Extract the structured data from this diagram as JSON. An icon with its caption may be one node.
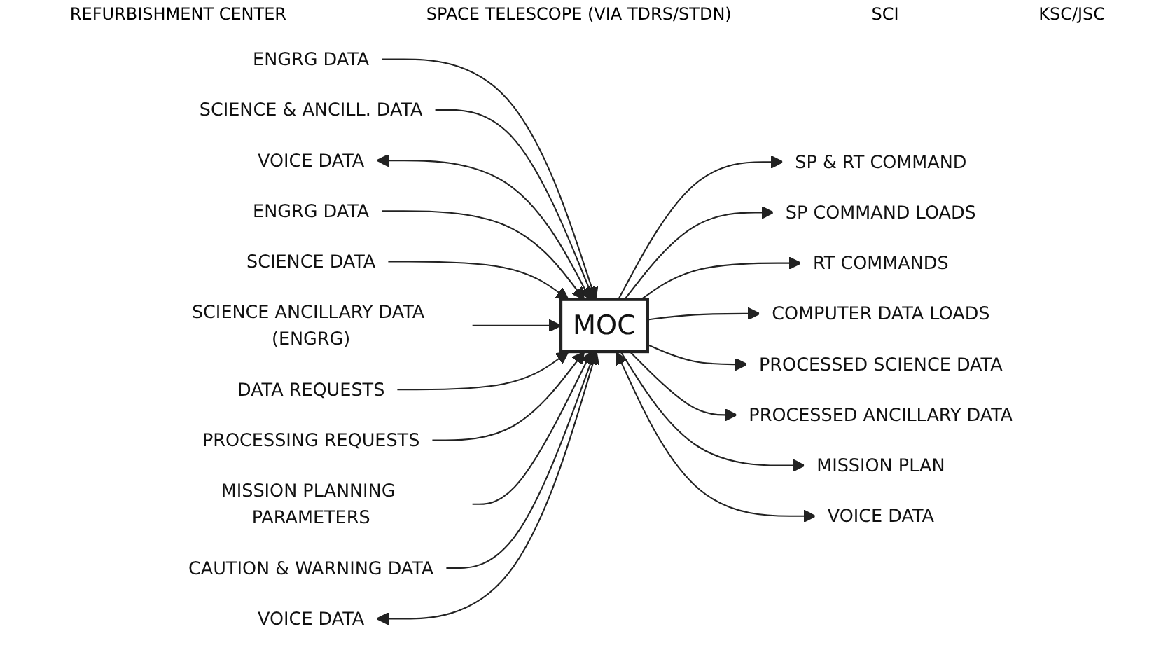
{
  "diagram": {
    "nodes": [
      {
        "text": [
          "SP & RT COMMAND"
        ]
      },
      {
        "text": [
          "ENGRG DATA"
        ]
      },
      {
        "text": [
          "SCIENCE & ANCILL. DATA"
        ]
      },
      {
        "text": [
          "VOICE DATA"
        ]
      },
      {
        "text": [
          "SP COMMAND LOADS"
        ]
      },
      {
        "text": [
          "RT COMMANDS"
        ]
      },
      {
        "text": [
          "COMPUTER DATA LOADS"
        ]
      },
      {
        "text": [
          "ENGRG DATA"
        ]
      },
      {
        "text": [
          "SCIENCE DATA"
        ]
      },
      {
        "text": [
          "SCIENCE ANCILLARY DATA (ENGRG)"
        ]
      },
      {
        "text": [
          "MOC"
        ]
      },
      {
        "text": [
          "DATA REQUESTS"
        ]
      },
      {
        "text": [
          "PROCESSING REQUESTS"
        ]
      },
      {
        "text": [
          "MISSION PLANNING PARAMETERS"
        ]
      },
      {
        "text": [
          "PROCESSED SCIENCE DATA"
        ]
      },
      {
        "text": [
          "PROCESSED ANCILLARY DATA"
        ]
      },
      {
        "text": [
          "MISSION PLAN"
        ]
      },
      {
        "text": [
          "VOICE DATA"
        ]
      },
      {
        "text": [
          "CAUTION & WARNING DATA"
        ]
      },
      {
        "text": [
          "VOICE DATA"
        ]
      }
    ],
    "edges": [
      {
        "from": 10,
        "to": 0,
        "arrow": "to"
      },
      {
        "from": 1,
        "to": 10,
        "arrow": "to"
      },
      {
        "from": 2,
        "to": 10,
        "arrow": "to"
      },
      {
        "from": 3,
        "to": 10,
        "arrow": "both"
      },
      {
        "from": 10,
        "to": 4,
        "arrow": "to"
      },
      {
        "from": 10,
        "to": 5,
        "arrow": "to"
      },
      {
        "from": 10,
        "to": 6,
        "arrow": "to"
      },
      {
        "from": 7,
        "to": 10,
        "arrow": "to"
      },
      {
        "from": 8,
        "to": 10,
        "arrow": "to"
      },
      {
        "from": 9,
        "to": 10,
        "arrow": "to"
      },
      {
        "from": 11,
        "to": 10,
        "arrow": "to"
      },
      {
        "from": 12,
        "to": 10,
        "arrow": "to"
      },
      {
        "from": 13,
        "to": 10,
        "arrow": "to"
      },
      {
        "from": 10,
        "to": 14,
        "arrow": "to"
      },
      {
        "from": 10,
        "to": 15,
        "arrow": "to"
      },
      {
        "from": 10,
        "to": 16,
        "arrow": "to"
      },
      {
        "from": 10,
        "to": 17,
        "arrow": "both"
      },
      {
        "from": 18,
        "to": 10,
        "arrow": "to"
      },
      {
        "from": 19,
        "to": 10,
        "arrow": "both"
      }
    ],
    "labels": [
      "REFURBISHMENT CENTER",
      "SPACE TELESCOPE (VIA TDRS/STDN)",
      "SCI",
      "KSC/JSC"
    ]
  }
}
